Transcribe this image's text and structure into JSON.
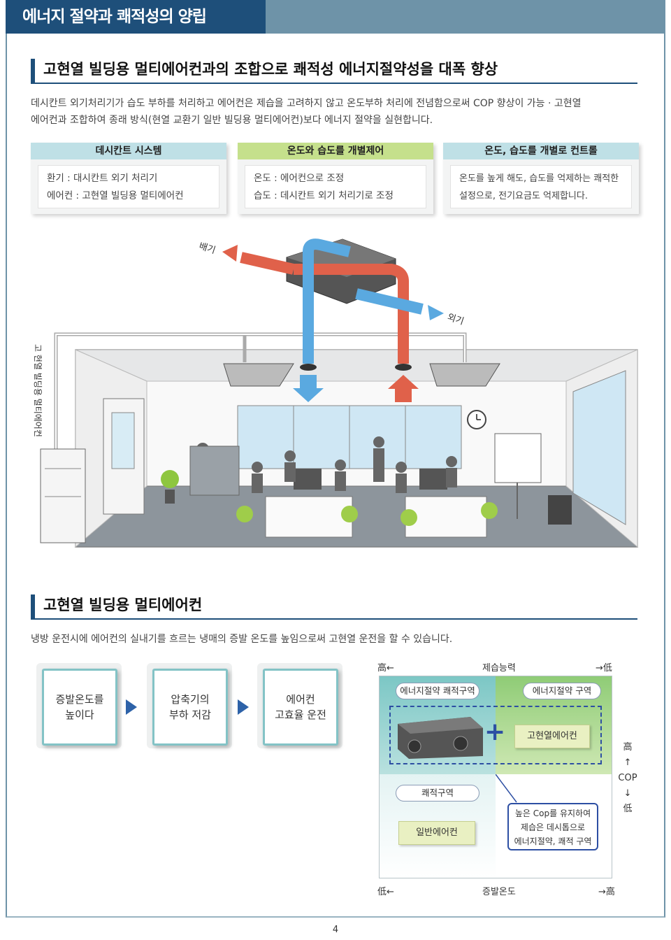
{
  "header": {
    "title": "에너지 절약과 쾌적성의 양립"
  },
  "section1": {
    "heading": "고현열 빌딩용 멀티에어컨과의 조합으로 쾌적성 에너지절약성을 대폭 향상",
    "para_line1": "데시칸트 외기처리기가 습도 부하를 처리하고 에어컨은 제습을 고려하지 않고 온도부하 처리에 전념함으로써 COP 향상이 가능 · 고현열",
    "para_line2": "에어컨과 조합하여 종래 방식(현열 교환기 일반 빌딩용 멀티에어컨)보다 에너지 절약을 실현합니다.",
    "cards": [
      {
        "title": "데시칸트 시스템",
        "line1": "환기 : 대시칸트 외기 처리기",
        "line2": "에어컨 : 고현열 빌딩용 멀티에어컨",
        "color": "#bfe0e6"
      },
      {
        "title": "온도와 습도를 개별제어",
        "line1": "온도 : 에어컨으로 조정",
        "line2": "습도 : 데시칸트 외기 처리기로 조정",
        "color": "#c5e08c"
      },
      {
        "title": "온도, 습도를 개별로 컨트롤",
        "line1": "온도를  높게 해도, 습도를 억제하는 쾌적한",
        "line2": "설정으로, 전기요금도 억제합니다.",
        "color": "#bfe0e6"
      }
    ]
  },
  "illustration": {
    "exhaust_label": "배기",
    "outside_air_label": "외기",
    "side_label": "고 현열 빌딩용 멀티에어컨",
    "colors": {
      "warm_duct": "#e0614a",
      "cool_duct": "#5aa9e0"
    }
  },
  "section2": {
    "heading": "고현열 빌딩용 멀티에어컨",
    "para": "냉방 운전시에 에어컨의 실내기를 흐르는 냉매의 증발 온도를 높임으로써 고현열 운전을 할 수 있습니다.",
    "flow": [
      {
        "line1": "증발온도를",
        "line2": "높이다"
      },
      {
        "line1": "압축기의",
        "line2": "부하 저감"
      },
      {
        "line1": "에어컨",
        "line2": "고효율 운전"
      }
    ]
  },
  "diagram": {
    "top_left": "高←",
    "top_center": "제습능력",
    "top_right": "→低",
    "zone1": "에너지절약 쾌적구역",
    "zone2": "에너지절약 구역",
    "zone3": "쾌적구역",
    "plus": "+",
    "high_sensible_ac": "고현열에어컨",
    "normal_ac": "일반에어컨",
    "callout_line1": "높은 Cop를 유지하여",
    "callout_line2": "제습은 데시톱으로",
    "callout_line3": "에너지절약, 쾌적 구역",
    "right_high": "高",
    "right_up": "↑",
    "right_cop": "COP",
    "right_down": "↓",
    "right_low": "低",
    "bottom_left": "低←",
    "bottom_center": "증발온도",
    "bottom_right": "→高"
  },
  "footer": {
    "page_number": "4"
  }
}
